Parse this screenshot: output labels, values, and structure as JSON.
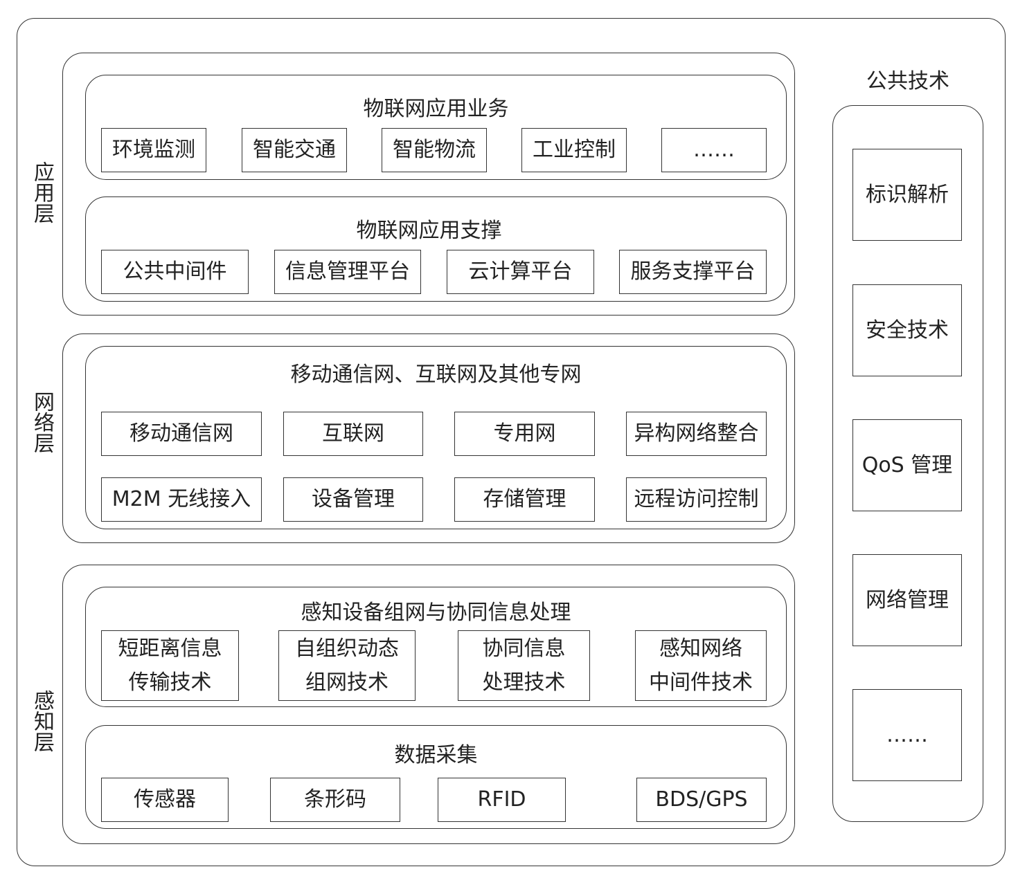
{
  "side_labels": {
    "application": "应用层",
    "network": "网络层",
    "perception": "感知层"
  },
  "application": {
    "business": {
      "title": "物联网应用业务",
      "items": [
        "环境监测",
        "智能交通",
        "智能物流",
        "工业控制",
        "……"
      ]
    },
    "support": {
      "title": "物联网应用支撑",
      "items": [
        "公共中间件",
        "信息管理平台",
        "云计算平台",
        "服务支撑平台"
      ]
    }
  },
  "network": {
    "title": "移动通信网、互联网及其他专网",
    "row1": [
      "移动通信网",
      "互联网",
      "专用网",
      "异构网络整合"
    ],
    "row2": [
      "M2M 无线接入",
      "设备管理",
      "存储管理",
      "远程访问控制"
    ]
  },
  "perception": {
    "networking": {
      "title": "感知设备组网与协同信息处理",
      "items": [
        [
          "短距离信息",
          "传输技术"
        ],
        [
          "自组织动态",
          "组网技术"
        ],
        [
          "协同信息",
          "处理技术"
        ],
        [
          "感知网络",
          "中间件技术"
        ]
      ]
    },
    "collection": {
      "title": "数据采集",
      "items": [
        "传感器",
        "条形码",
        "RFID",
        "BDS/GPS"
      ]
    }
  },
  "public_tech": {
    "title": "公共技术",
    "items": [
      "标识解析",
      "安全技术",
      "QoS 管理",
      "网络管理",
      "……"
    ]
  }
}
